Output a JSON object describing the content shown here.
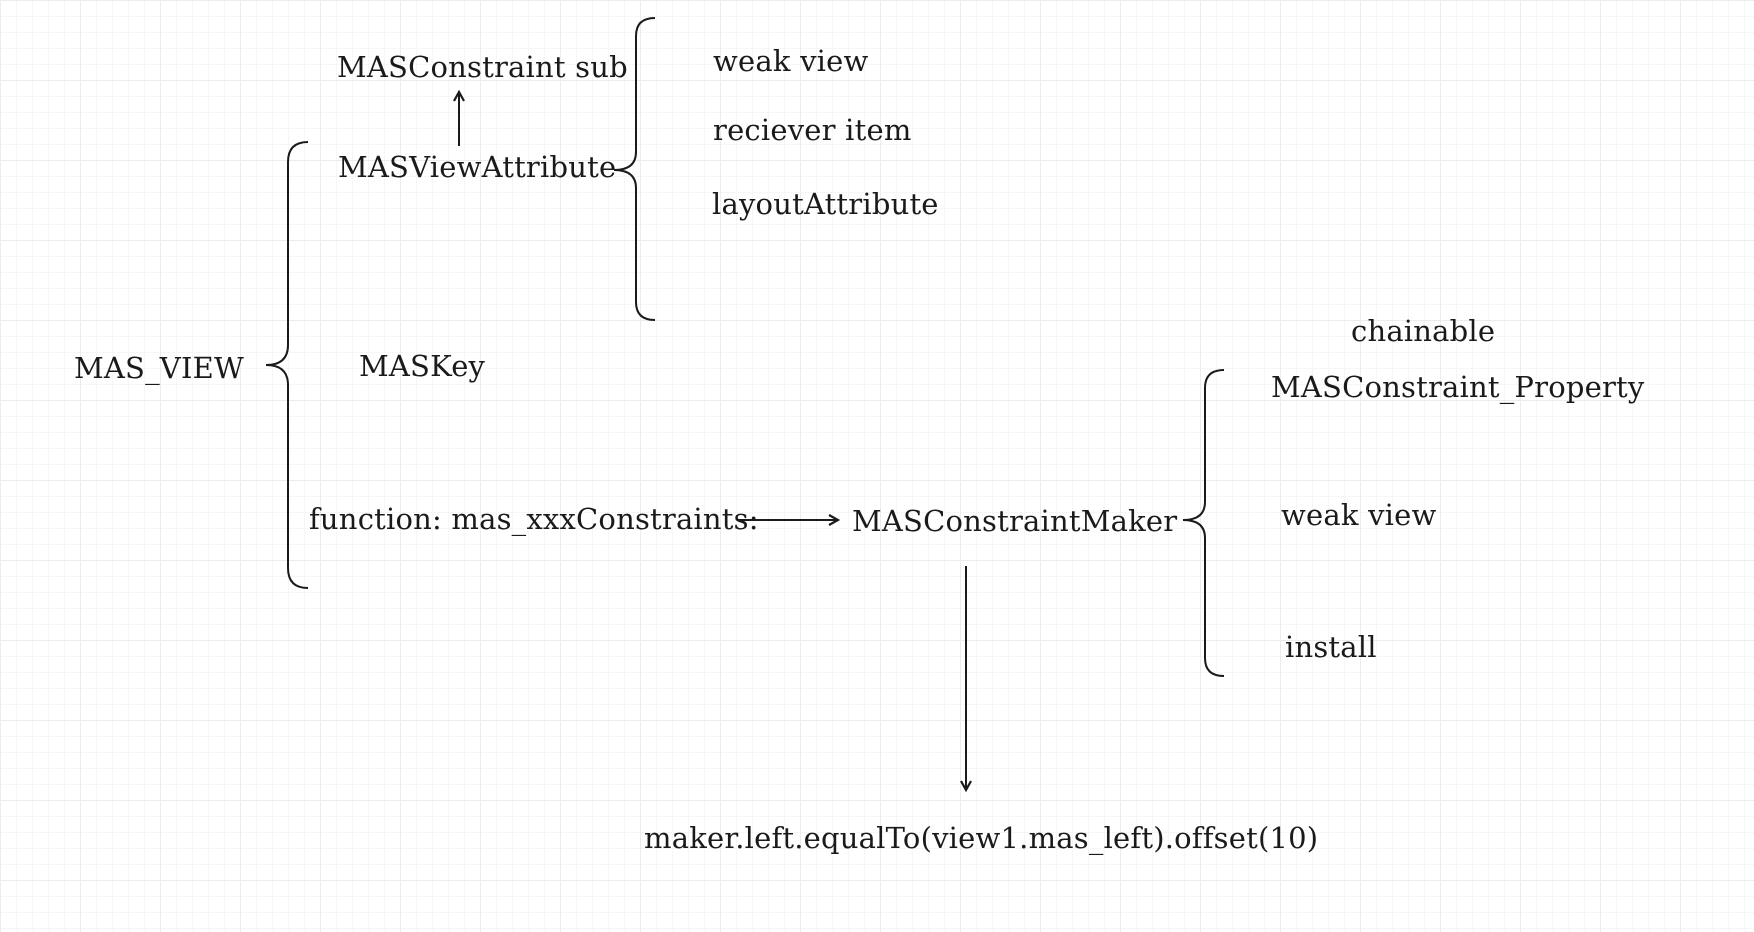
{
  "diagram": {
    "root": {
      "label": "MAS_VIEW"
    },
    "view_attribute": {
      "label": "MASViewAttribute",
      "parent_label": "MASConstraint sub",
      "members": [
        "weak view",
        "reciever item",
        "layoutAttribute"
      ]
    },
    "key": {
      "label": "MASKey"
    },
    "function": {
      "label": "function: mas_xxxConstraints:"
    },
    "maker": {
      "label": "MASConstraintMaker",
      "header": "chainable",
      "members": [
        "MASConstraint_Property",
        "weak view",
        "install"
      ],
      "example": "maker.left.equalTo(view1.mas_left).offset(10)"
    }
  },
  "colors": {
    "stroke": "#1a1a1a",
    "grid_major": "#ececec",
    "grid_minor": "#f6f6f6"
  }
}
